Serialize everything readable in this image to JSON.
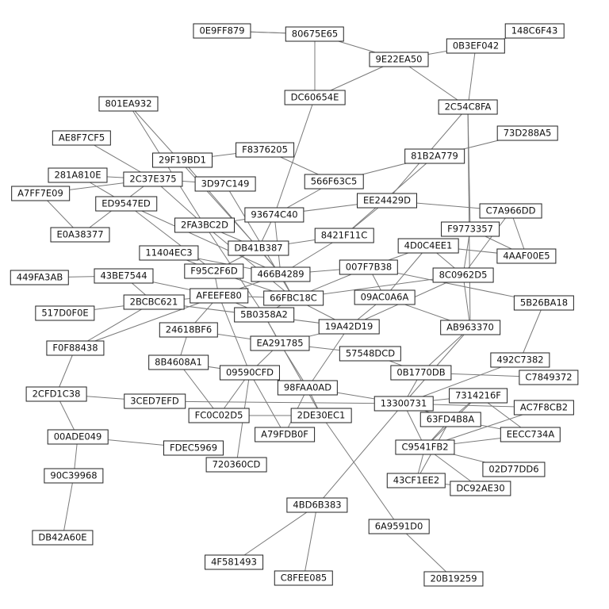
{
  "colors": {
    "edge": "#7a7a7a",
    "node_border": "#222222",
    "node_fill": "#ffffff",
    "text": "#111111"
  },
  "nodes": [
    {
      "id": "0E9FF879",
      "label": "0E9FF879"
    },
    {
      "id": "80675E65",
      "label": "80675E65"
    },
    {
      "id": "148C6F43",
      "label": "148C6F43"
    },
    {
      "id": "0B3EF042",
      "label": "0B3EF042"
    },
    {
      "id": "9E22EA50",
      "label": "9E22EA50"
    },
    {
      "id": "DC60654E",
      "label": "DC60654E"
    },
    {
      "id": "801EA932",
      "label": "801EA932"
    },
    {
      "id": "2C54C8FA",
      "label": "2C54C8FA"
    },
    {
      "id": "73D288A5",
      "label": "73D288A5"
    },
    {
      "id": "AE8F7CF5",
      "label": "AE8F7CF5"
    },
    {
      "id": "F8376205",
      "label": "F8376205"
    },
    {
      "id": "29F19BD1",
      "label": "29F19BD1"
    },
    {
      "id": "81B2A779",
      "label": "81B2A779"
    },
    {
      "id": "281A810E",
      "label": "281A810E"
    },
    {
      "id": "2C37E375",
      "label": "2C37E375"
    },
    {
      "id": "3D97C149",
      "label": "3D97C149"
    },
    {
      "id": "566F63C5",
      "label": "566F63C5"
    },
    {
      "id": "A7FF7E09",
      "label": "A7FF7E09"
    },
    {
      "id": "ED9547ED",
      "label": "ED9547ED"
    },
    {
      "id": "EE24429D",
      "label": "EE24429D"
    },
    {
      "id": "C7A966DD",
      "label": "C7A966DD"
    },
    {
      "id": "93674C40",
      "label": "93674C40"
    },
    {
      "id": "2FA3BC2D",
      "label": "2FA3BC2D"
    },
    {
      "id": "F9773357",
      "label": "F9773357"
    },
    {
      "id": "E0A38377",
      "label": "E0A38377"
    },
    {
      "id": "8421F11C",
      "label": "8421F11C"
    },
    {
      "id": "4D0C4EE1",
      "label": "4D0C4EE1"
    },
    {
      "id": "DB41B387",
      "label": "DB41B387"
    },
    {
      "id": "11404EC3",
      "label": "11404EC3"
    },
    {
      "id": "4AAF00E5",
      "label": "4AAF00E5"
    },
    {
      "id": "F95C2F6D",
      "label": "F95C2F6D"
    },
    {
      "id": "007F7B38",
      "label": "007F7B38"
    },
    {
      "id": "449FA3AB",
      "label": "449FA3AB"
    },
    {
      "id": "43BE7544",
      "label": "43BE7544"
    },
    {
      "id": "466B4289",
      "label": "466B4289"
    },
    {
      "id": "8C0962D5",
      "label": "8C0962D5"
    },
    {
      "id": "AFEEFE80",
      "label": "AFEEFE80"
    },
    {
      "id": "66FBC18C",
      "label": "66FBC18C"
    },
    {
      "id": "09AC0A6A",
      "label": "09AC0A6A"
    },
    {
      "id": "2BCBC621",
      "label": "2BCBC621"
    },
    {
      "id": "5B26BA18",
      "label": "5B26BA18"
    },
    {
      "id": "517D0F0E",
      "label": "517D0F0E"
    },
    {
      "id": "5B0358A2",
      "label": "5B0358A2"
    },
    {
      "id": "24618BF6",
      "label": "24618BF6"
    },
    {
      "id": "19A42D19",
      "label": "19A42D19"
    },
    {
      "id": "AB963370",
      "label": "AB963370"
    },
    {
      "id": "EA291785",
      "label": "EA291785"
    },
    {
      "id": "F0F88438",
      "label": "F0F88438"
    },
    {
      "id": "57548DCD",
      "label": "57548DCD"
    },
    {
      "id": "492C7382",
      "label": "492C7382"
    },
    {
      "id": "8B4608A1",
      "label": "8B4608A1"
    },
    {
      "id": "09590CFD",
      "label": "09590CFD"
    },
    {
      "id": "0B1770DB",
      "label": "0B1770DB"
    },
    {
      "id": "C7849372",
      "label": "C7849372"
    },
    {
      "id": "98FAA0AD",
      "label": "98FAA0AD"
    },
    {
      "id": "7314216F",
      "label": "7314216F"
    },
    {
      "id": "2CFD1C38",
      "label": "2CFD1C38"
    },
    {
      "id": "3CED7EFD",
      "label": "3CED7EFD"
    },
    {
      "id": "13300731",
      "label": "13300731"
    },
    {
      "id": "AC7F8CB2",
      "label": "AC7F8CB2"
    },
    {
      "id": "FC0C02D5",
      "label": "FC0C02D5"
    },
    {
      "id": "2DE30EC1",
      "label": "2DE30EC1"
    },
    {
      "id": "63FD4B8A",
      "label": "63FD4B8A"
    },
    {
      "id": "A79FDB0F",
      "label": "A79FDB0F"
    },
    {
      "id": "EECC734A",
      "label": "EECC734A"
    },
    {
      "id": "00ADE049",
      "label": "00ADE049"
    },
    {
      "id": "FDEC5969",
      "label": "FDEC5969"
    },
    {
      "id": "C9541FB2",
      "label": "C9541FB2"
    },
    {
      "id": "720360CD",
      "label": "720360CD"
    },
    {
      "id": "02D77DD6",
      "label": "02D77DD6"
    },
    {
      "id": "90C39968",
      "label": "90C39968"
    },
    {
      "id": "43CF1EE2",
      "label": "43CF1EE2"
    },
    {
      "id": "DC92AE30",
      "label": "DC92AE30"
    },
    {
      "id": "4BD6B383",
      "label": "4BD6B383"
    },
    {
      "id": "6A9591D0",
      "label": "6A9591D0"
    },
    {
      "id": "DB42A60E",
      "label": "DB42A60E"
    },
    {
      "id": "4F581493",
      "label": "4F581493"
    },
    {
      "id": "C8FEE085",
      "label": "C8FEE085"
    },
    {
      "id": "20B19259",
      "label": "20B19259"
    }
  ],
  "edges": [
    [
      "0E9FF879",
      "80675E65"
    ],
    [
      "80675E65",
      "9E22EA50"
    ],
    [
      "80675E65",
      "DC60654E"
    ],
    [
      "9E22EA50",
      "0B3EF042"
    ],
    [
      "9E22EA50",
      "2C54C8FA"
    ],
    [
      "0B3EF042",
      "148C6F43"
    ],
    [
      "0B3EF042",
      "2C54C8FA"
    ],
    [
      "9E22EA50",
      "DC60654E"
    ],
    [
      "DC60654E",
      "93674C40"
    ],
    [
      "2C54C8FA",
      "EE24429D"
    ],
    [
      "2C54C8FA",
      "F9773357"
    ],
    [
      "2C54C8FA",
      "AB963370"
    ],
    [
      "73D288A5",
      "81B2A779"
    ],
    [
      "81B2A779",
      "566F63C5"
    ],
    [
      "81B2A779",
      "8421F11C"
    ],
    [
      "801EA932",
      "2FA3BC2D"
    ],
    [
      "801EA932",
      "DB41B387"
    ],
    [
      "AE8F7CF5",
      "2C37E375"
    ],
    [
      "29F19BD1",
      "F8376205"
    ],
    [
      "29F19BD1",
      "466B4289"
    ],
    [
      "F8376205",
      "566F63C5"
    ],
    [
      "281A810E",
      "ED9547ED"
    ],
    [
      "281A810E",
      "2C37E375"
    ],
    [
      "A7FF7E09",
      "2C37E375"
    ],
    [
      "A7FF7E09",
      "E0A38377"
    ],
    [
      "2C37E375",
      "3D97C149"
    ],
    [
      "2C37E375",
      "2FA3BC2D"
    ],
    [
      "2C37E375",
      "E0A38377"
    ],
    [
      "ED9547ED",
      "F95C2F6D"
    ],
    [
      "ED9547ED",
      "466B4289"
    ],
    [
      "3D97C149",
      "66FBC18C"
    ],
    [
      "566F63C5",
      "93674C40"
    ],
    [
      "EE24429D",
      "93674C40"
    ],
    [
      "EE24429D",
      "8421F11C"
    ],
    [
      "C7A966DD",
      "4AAF00E5"
    ],
    [
      "C7A966DD",
      "8C0962D5"
    ],
    [
      "C7A966DD",
      "EE24429D"
    ],
    [
      "93674C40",
      "2FA3BC2D"
    ],
    [
      "93674C40",
      "466B4289"
    ],
    [
      "93674C40",
      "DB41B387"
    ],
    [
      "2FA3BC2D",
      "DB41B387"
    ],
    [
      "2FA3BC2D",
      "66FBC18C"
    ],
    [
      "2FA3BC2D",
      "5B0358A2"
    ],
    [
      "F9773357",
      "4AAF00E5"
    ],
    [
      "F9773357",
      "8C0962D5"
    ],
    [
      "8421F11C",
      "DB41B387"
    ],
    [
      "8421F11C",
      "466B4289"
    ],
    [
      "4D0C4EE1",
      "4AAF00E5"
    ],
    [
      "4D0C4EE1",
      "8C0962D5"
    ],
    [
      "4D0C4EE1",
      "09AC0A6A"
    ],
    [
      "4D0C4EE1",
      "007F7B38"
    ],
    [
      "DB41B387",
      "466B4289"
    ],
    [
      "DB41B387",
      "F95C2F6D"
    ],
    [
      "11404EC3",
      "F95C2F6D"
    ],
    [
      "11404EC3",
      "466B4289"
    ],
    [
      "F95C2F6D",
      "AFEEFE80"
    ],
    [
      "F95C2F6D",
      "66FBC18C"
    ],
    [
      "007F7B38",
      "466B4289"
    ],
    [
      "007F7B38",
      "66FBC18C"
    ],
    [
      "007F7B38",
      "09AC0A6A"
    ],
    [
      "007F7B38",
      "5B26BA18"
    ],
    [
      "449FA3AB",
      "43BE7544"
    ],
    [
      "43BE7544",
      "AFEEFE80"
    ],
    [
      "43BE7544",
      "2BCBC621"
    ],
    [
      "466B4289",
      "66FBC18C"
    ],
    [
      "466B4289",
      "AFEEFE80"
    ],
    [
      "8C0962D5",
      "66FBC18C"
    ],
    [
      "8C0962D5",
      "19A42D19"
    ],
    [
      "8C0962D5",
      "AB963370"
    ],
    [
      "AFEEFE80",
      "2BCBC621"
    ],
    [
      "AFEEFE80",
      "5B0358A2"
    ],
    [
      "AFEEFE80",
      "24618BF6"
    ],
    [
      "AFEEFE80",
      "F0F88438"
    ],
    [
      "AFEEFE80",
      "66FBC18C"
    ],
    [
      "AFEEFE80",
      "09590CFD"
    ],
    [
      "66FBC18C",
      "5B0358A2"
    ],
    [
      "66FBC18C",
      "19A42D19"
    ],
    [
      "09AC0A6A",
      "19A42D19"
    ],
    [
      "09AC0A6A",
      "AB963370"
    ],
    [
      "2BCBC621",
      "517D0F0E"
    ],
    [
      "2BCBC621",
      "F0F88438"
    ],
    [
      "2BCBC621",
      "19A42D19"
    ],
    [
      "5B0358A2",
      "EA291785"
    ],
    [
      "24618BF6",
      "EA291785"
    ],
    [
      "24618BF6",
      "8B4608A1"
    ],
    [
      "19A42D19",
      "EA291785"
    ],
    [
      "19A42D19",
      "98FAA0AD"
    ],
    [
      "EA291785",
      "57548DCD"
    ],
    [
      "EA291785",
      "09590CFD"
    ],
    [
      "EA291785",
      "98FAA0AD"
    ],
    [
      "AB963370",
      "0B1770DB"
    ],
    [
      "AB963370",
      "13300731"
    ],
    [
      "F0F88438",
      "2CFD1C38"
    ],
    [
      "57548DCD",
      "0B1770DB"
    ],
    [
      "492C7382",
      "13300731"
    ],
    [
      "492C7382",
      "5B26BA18"
    ],
    [
      "C7849372",
      "0B1770DB"
    ],
    [
      "0B1770DB",
      "13300731"
    ],
    [
      "8B4608A1",
      "FC0C02D5"
    ],
    [
      "8B4608A1",
      "09590CFD"
    ],
    [
      "09590CFD",
      "FC0C02D5"
    ],
    [
      "09590CFD",
      "A79FDB0F"
    ],
    [
      "09590CFD",
      "720360CD"
    ],
    [
      "98FAA0AD",
      "13300731"
    ],
    [
      "98FAA0AD",
      "2DE30EC1"
    ],
    [
      "98FAA0AD",
      "A79FDB0F"
    ],
    [
      "2CFD1C38",
      "3CED7EFD"
    ],
    [
      "2CFD1C38",
      "00ADE049"
    ],
    [
      "3CED7EFD",
      "13300731"
    ],
    [
      "13300731",
      "7314216F"
    ],
    [
      "13300731",
      "AC7F8CB2"
    ],
    [
      "13300731",
      "63FD4B8A"
    ],
    [
      "13300731",
      "C9541FB2"
    ],
    [
      "13300731",
      "4BD6B383"
    ],
    [
      "7314216F",
      "63FD4B8A"
    ],
    [
      "7314216F",
      "EECC734A"
    ],
    [
      "7314216F",
      "C9541FB2"
    ],
    [
      "AC7F8CB2",
      "C9541FB2"
    ],
    [
      "63FD4B8A",
      "EECC734A"
    ],
    [
      "63FD4B8A",
      "C9541FB2"
    ],
    [
      "63FD4B8A",
      "43CF1EE2"
    ],
    [
      "C9541FB2",
      "02D77DD6"
    ],
    [
      "C9541FB2",
      "43CF1EE2"
    ],
    [
      "C9541FB2",
      "DC92AE30"
    ],
    [
      "C9541FB2",
      "EECC734A"
    ],
    [
      "43CF1EE2",
      "DC92AE30"
    ],
    [
      "00ADE049",
      "FDEC5969"
    ],
    [
      "00ADE049",
      "90C39968"
    ],
    [
      "90C39968",
      "DB42A60E"
    ],
    [
      "4BD6B383",
      "4F581493"
    ],
    [
      "4BD6B383",
      "C8FEE085"
    ],
    [
      "6A9591D0",
      "20B19259"
    ],
    [
      "2DE30EC1",
      "6A9591D0"
    ],
    [
      "FC0C02D5",
      "2DE30EC1"
    ],
    [
      "5B0358A2",
      "2DE30EC1"
    ],
    [
      "0E9FF879",
      "80675E65"
    ]
  ]
}
